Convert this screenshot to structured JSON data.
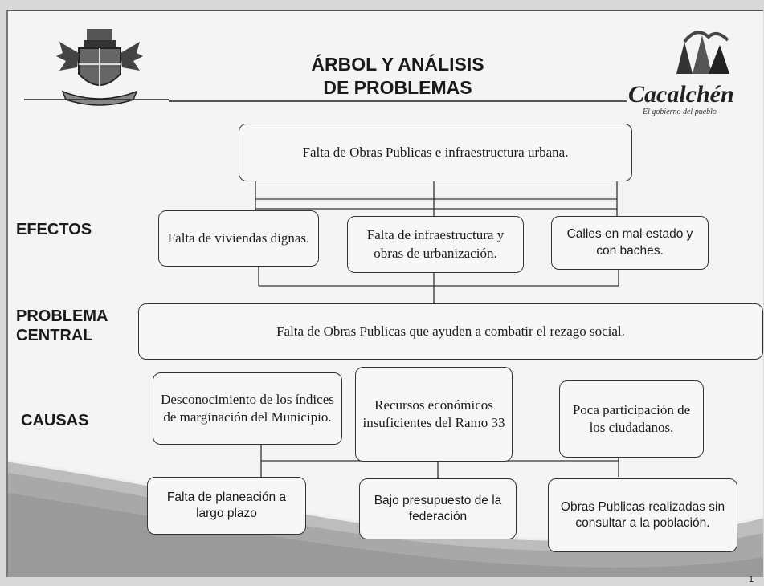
{
  "header": {
    "title_line1": "ÁRBOL Y ANÁLISIS",
    "title_line2": "DE PROBLEMAS",
    "logo_name": "Cacalchén",
    "logo_tagline": "El gobierno del pueblo",
    "crest_icon": "municipal-coat-of-arms-icon",
    "logo_icon": "cacalchen-logo-icon"
  },
  "labels": {
    "efectos": "EFECTOS",
    "problema_line1": "PROBLEMA",
    "problema_line2": "CENTRAL",
    "causas": "CAUSAS"
  },
  "top_problem": "Falta de Obras Publicas e infraestructura urbana.",
  "effects": [
    "Falta de viviendas dignas.",
    "Falta de infraestructura y obras de urbanización.",
    "Calles en mal estado y con baches."
  ],
  "central_problem": "Falta de Obras Publicas  que ayuden a combatir el rezago social.",
  "causes": [
    "Desconocimiento de los índices de marginación del Municipio.",
    "Recursos económicos insuficientes del Ramo 33",
    "Poca participación de los ciudadanos."
  ],
  "root_causes": [
    "Falta de planeación a largo plazo",
    "Bajo presupuesto de la federación",
    "Obras Publicas realizadas sin consultar a la población."
  ],
  "page_number": "1"
}
